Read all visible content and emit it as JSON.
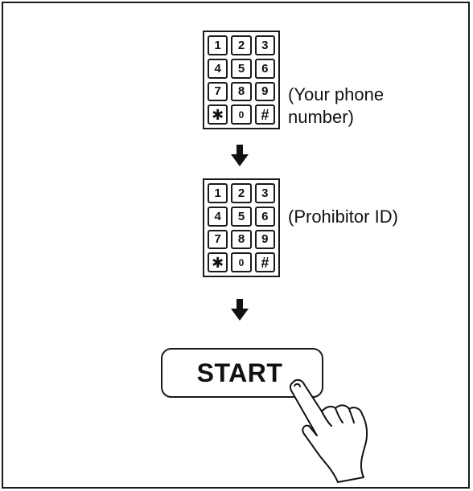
{
  "keypad_keys": [
    "1",
    "2",
    "3",
    "4",
    "5",
    "6",
    "7",
    "8",
    "9",
    "✱",
    "0",
    "#"
  ],
  "step1": {
    "label_line1": "(Your phone",
    "label_line2": "number)"
  },
  "step2": {
    "label": "(Prohibitor ID)"
  },
  "button": {
    "label": "START"
  },
  "icons": {
    "arrow": "down-arrow-icon",
    "hand": "pointing-hand-icon"
  }
}
